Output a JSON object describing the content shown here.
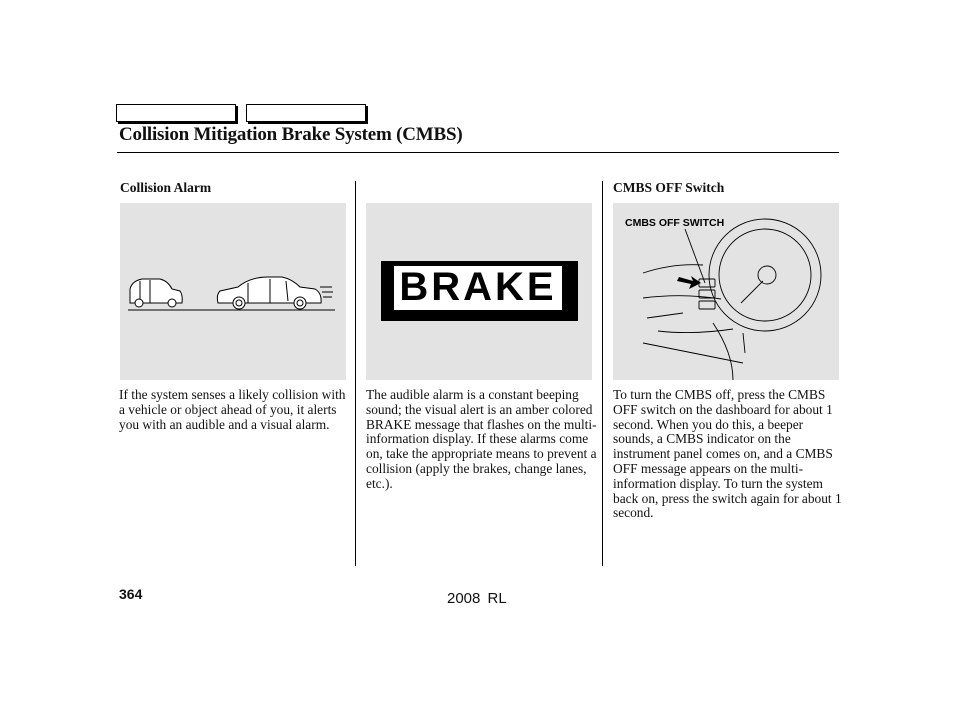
{
  "header": {
    "title": "Collision Mitigation Brake System (CMBS)"
  },
  "columns": [
    {
      "subtitle": "Collision Alarm",
      "text": "If the system senses a likely collision with a vehicle or object ahead of you, it alerts you with an audible and a visual alarm."
    },
    {
      "subtitle": "",
      "display_text": "BRAKE",
      "text": "The audible alarm is a constant beeping sound; the visual alert is an amber colored BRAKE message that flashes on the multi-information display. If these alarms come on, take the appropriate means to prevent a collision (apply the brakes, change lanes, etc.)."
    },
    {
      "subtitle": "CMBS OFF Switch",
      "callout": "CMBS OFF SWITCH",
      "text": "To turn the CMBS off, press the CMBS OFF switch on the dashboard for about 1 second. When you do this, a beeper sounds, a CMBS indicator on the instrument panel comes on, and a CMBS OFF message appears on the multi-information display. To turn the system back on, press the switch again for about 1 second."
    }
  ],
  "footer": {
    "page_number": "364",
    "model": "2008  RL"
  }
}
